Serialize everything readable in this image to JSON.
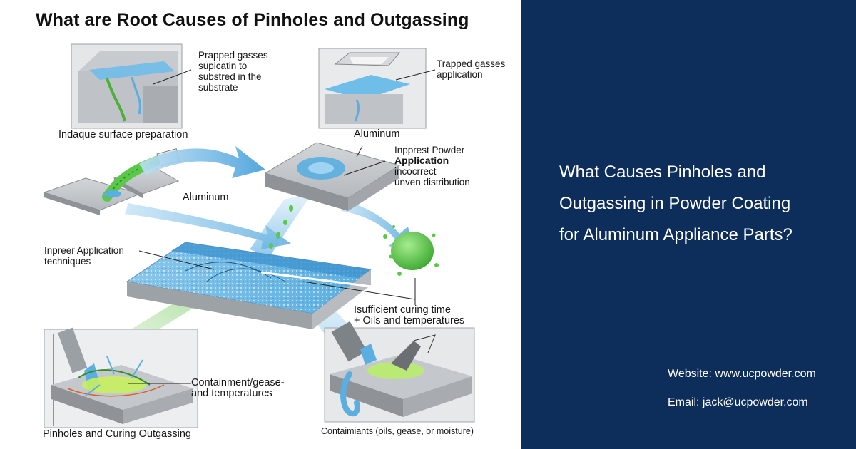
{
  "diagram": {
    "title": "What are Root Causes of Pinholes and Outgassing",
    "labels": {
      "top_left_callout": [
        "Prapped gasses",
        "supicatin to",
        "substred in the",
        "substrate"
      ],
      "top_left_caption": "Indaque surface preparation",
      "top_right_callout": [
        "Trapped gasses",
        "application"
      ],
      "top_right_caption": "Aluminum",
      "mid_right_callout_1": "Inpprest Powder",
      "mid_right_callout_2": "Application",
      "mid_right_callout_3": "incocrrect",
      "mid_right_callout_4": "unven distribution",
      "mid_left_caption": "Aluminum",
      "application_techniques_1": "Inpreer Application",
      "application_techniques_2": "techniques",
      "curing_callout_1": "Isufficient curing time",
      "curing_callout_2": "+ Oils and temperatures",
      "contaminant_callout_1": "Containment/gease-",
      "contaminant_callout_2": "and temperatures",
      "bottom_left_caption": "Pinholes and Curing Outgassing",
      "bottom_right_caption": "Contaimiants (oils, gease, or moisture)"
    }
  },
  "promo": {
    "title_lines": [
      "What Causes Pinholes and",
      "Outgassing in Powder Coating",
      "for Aluminum Appliance Parts?"
    ],
    "website": "Website: www.ucpowder.com",
    "email": "Email: jack@ucpowder.com"
  },
  "colors": {
    "panel_background": "#0d2d5a",
    "coating_blue": "#5aaee0",
    "metal_grey": "#a9adb2",
    "contaminant_green": "#5cc84a"
  }
}
